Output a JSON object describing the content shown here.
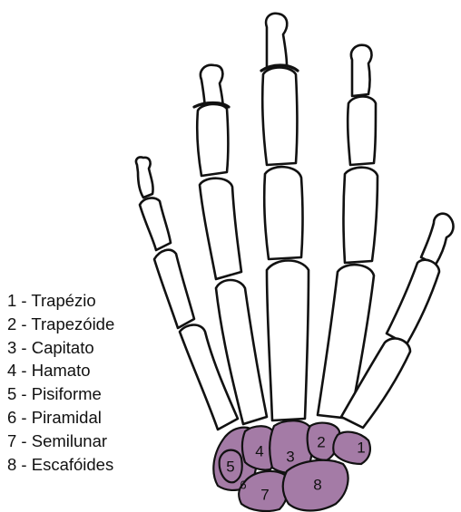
{
  "colors": {
    "carpal_fill": "#a47ba6",
    "outline": "#111111",
    "bone_fill": "#ffffff"
  },
  "legend": [
    "1 - Trapézio",
    "2 - Trapezóide",
    "3 - Capitato",
    "4 - Hamato",
    "5 - Pisiforme",
    "6 - Piramidal",
    "7 - Semilunar",
    "8 - Escafóides"
  ],
  "carpal_labels": {
    "trapezio": "1",
    "trapezoide": "2",
    "capitato": "3",
    "hamato": "4",
    "pisiforme": "5",
    "piramidal": "6",
    "semilunar": "7",
    "escafoides": "8"
  }
}
